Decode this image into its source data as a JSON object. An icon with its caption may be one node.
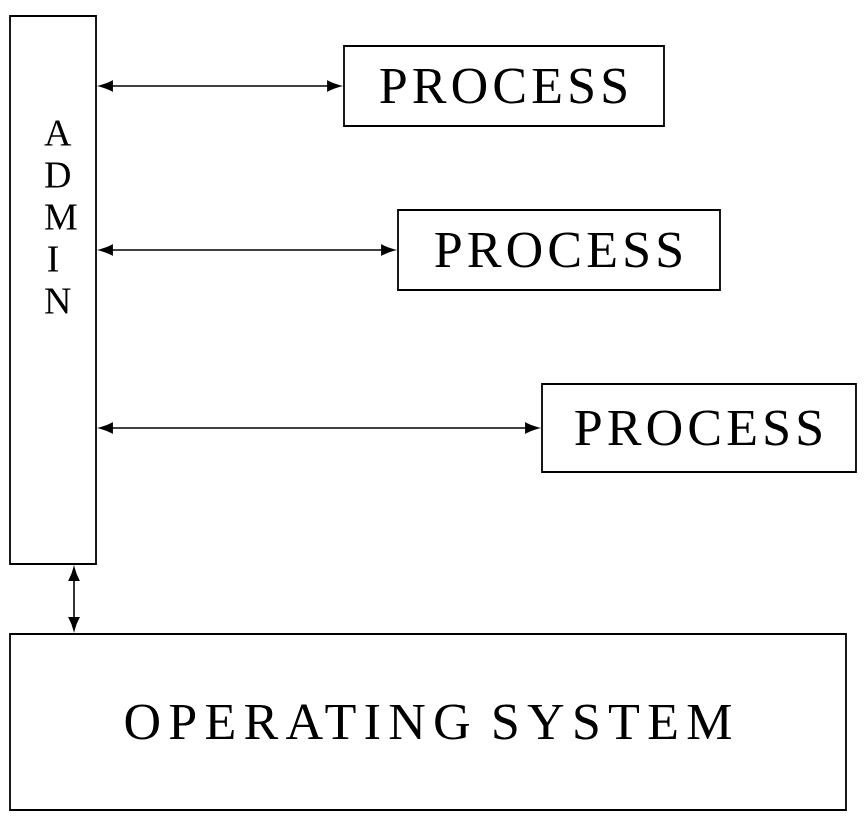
{
  "diagram": {
    "nodes": [
      {
        "text": [
          "ADMIN"
        ]
      },
      {
        "text": [
          "PROCESS"
        ]
      },
      {
        "text": [
          "PROCESS"
        ]
      },
      {
        "text": [
          "PROCESS"
        ]
      },
      {
        "text": [
          "OPERATING SYSTEM"
        ]
      }
    ],
    "edges": [
      {
        "from": 0,
        "to": 1,
        "arrow": "both"
      },
      {
        "from": 0,
        "to": 2,
        "arrow": "both"
      },
      {
        "from": 0,
        "to": 3,
        "arrow": "both"
      },
      {
        "from": 0,
        "to": 4,
        "arrow": "both"
      }
    ]
  }
}
